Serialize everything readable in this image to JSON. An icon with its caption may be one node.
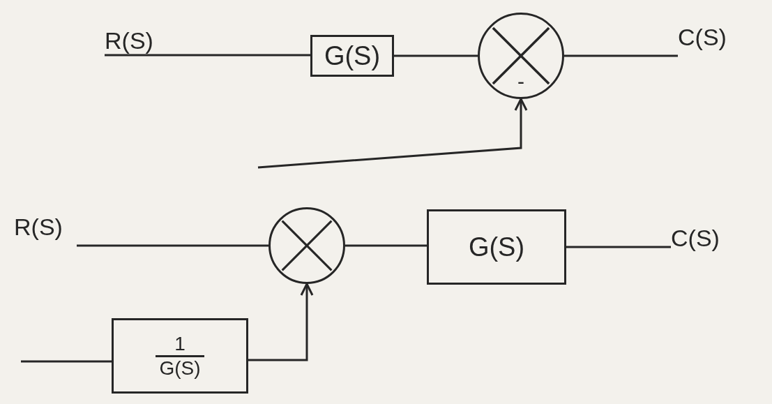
{
  "diagram": {
    "nodes": [
      {
        "text": [
          "R(S)"
        ]
      },
      {
        "text": [
          "G(S)"
        ]
      },
      {
        "text": [
          "-"
        ]
      },
      {
        "text": [
          "C(S)"
        ]
      },
      {
        "text": [
          "R(S)"
        ]
      },
      {
        "text": [],
        "shape": "circle"
      },
      {
        "text": [
          "G(S)"
        ]
      },
      {
        "text": [
          "C(S)"
        ]
      },
      {
        "text": [
          "1",
          "G(S)"
        ]
      }
    ],
    "edges": [
      {
        "from": 0,
        "to": 1,
        "arrow": "none"
      },
      {
        "from": 1,
        "to": 2,
        "arrow": "none"
      },
      {
        "from": 2,
        "to": 3,
        "arrow": "none"
      },
      {
        "from": null,
        "to": 2,
        "arrow": "to"
      },
      {
        "from": 4,
        "to": 5,
        "arrow": "none"
      },
      {
        "from": 5,
        "to": 6,
        "arrow": "none"
      },
      {
        "from": 6,
        "to": 7,
        "arrow": "none"
      },
      {
        "from": null,
        "to": 8,
        "arrow": "none"
      },
      {
        "from": 8,
        "to": 5,
        "arrow": "to"
      }
    ]
  }
}
